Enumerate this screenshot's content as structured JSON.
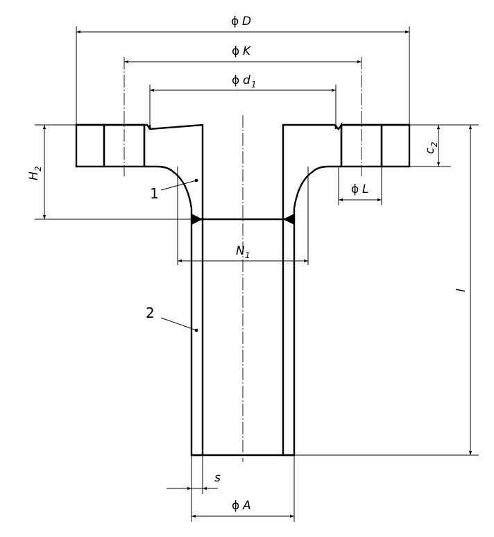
{
  "labels": {
    "phi": "ϕ",
    "D": "D",
    "K": "K",
    "d1_main": "d",
    "d1_sub": "1",
    "H2_main": "H",
    "H2_sub": "2",
    "c2_main": "c",
    "c2_sub": "2",
    "L": "L",
    "N1_main": "N",
    "N1_sub": "1",
    "l": "l",
    "s": "s",
    "A": "A"
  },
  "parts": {
    "part1": "1",
    "part2": "2"
  }
}
